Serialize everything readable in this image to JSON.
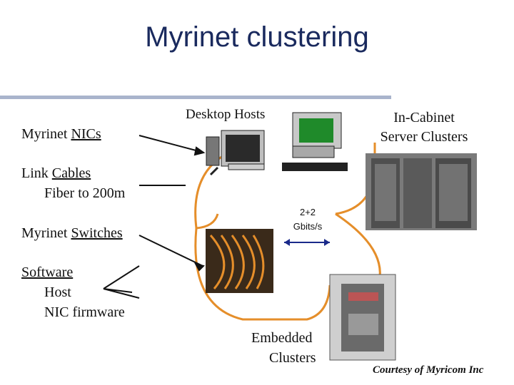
{
  "slide": {
    "title": "Myrinet clustering"
  },
  "labels": {
    "desktop_hosts": "Desktop Hosts",
    "in_cabinet_line1": "In-Cabinet",
    "in_cabinet_line2": "Server Clusters",
    "nics_prefix": "Myrinet ",
    "nics_term": "NICs",
    "link_term": "Cables",
    "link_prefix": "Link ",
    "link_detail": "Fiber to 200m",
    "switches_prefix": "Myrinet ",
    "switches_term": "Switches",
    "software_term": "Software",
    "software_item1": "Host",
    "software_item2": "NIC firmware",
    "rate_line1": "2+2",
    "rate_line2": "Gbits/s",
    "embedded_line1": "Embedded",
    "embedded_line2": "Clusters",
    "courtesy": "Courtesy of Myricom Inc"
  },
  "colors": {
    "title": "#1a2a5e",
    "cable": "#e58e2a",
    "rule": "#a9b4cc",
    "arrow": "#1a2a8a"
  }
}
